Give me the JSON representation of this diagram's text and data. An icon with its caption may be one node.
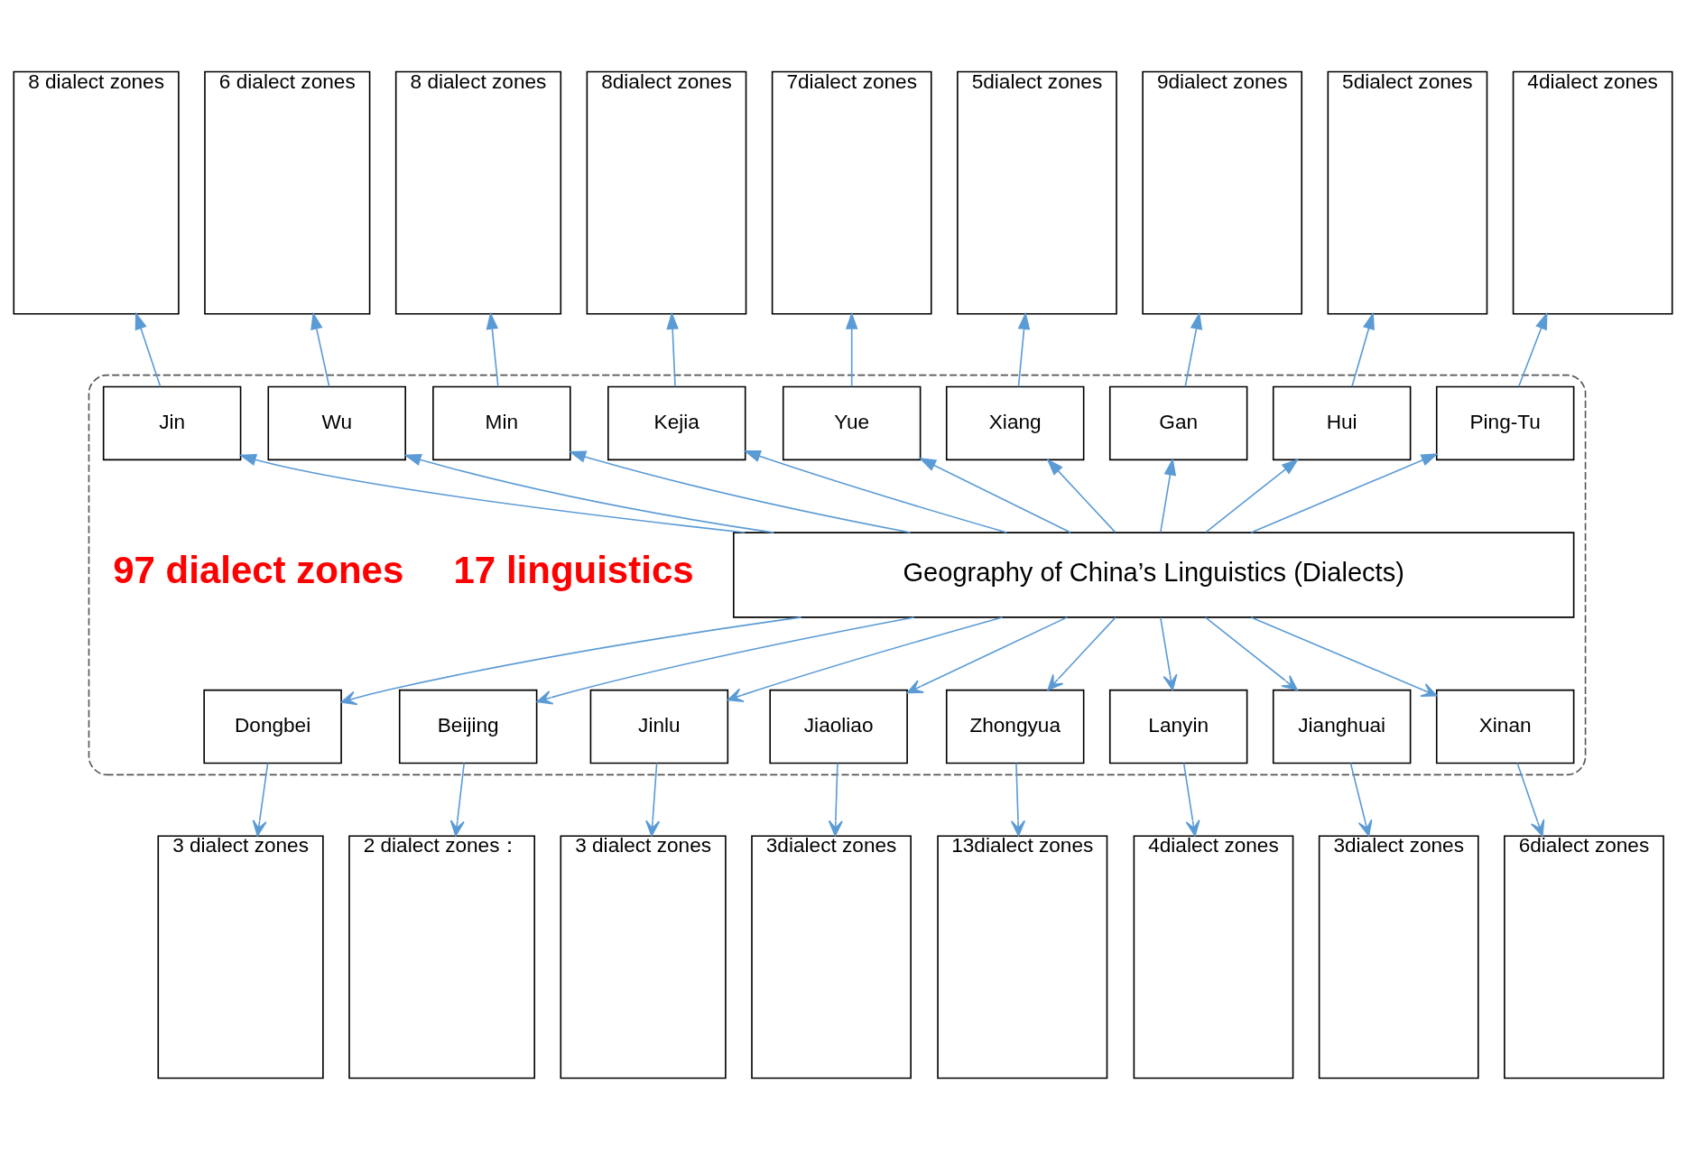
{
  "diagram": {
    "nodes": [
      {
        "text": [
          "8 dialect zones"
        ]
      },
      {
        "text": [
          "6 dialect zones"
        ]
      },
      {
        "text": [
          "8 dialect zones"
        ]
      },
      {
        "text": [
          "8dialect zones"
        ]
      },
      {
        "text": [
          "7dialect zones"
        ]
      },
      {
        "text": [
          "5dialect zones"
        ]
      },
      {
        "text": [
          "9dialect zones"
        ]
      },
      {
        "text": [
          "5dialect zones"
        ]
      },
      {
        "text": [
          "4dialect zones"
        ]
      },
      {
        "text": [],
        "shape": "box"
      },
      {
        "text": [
          "Jin"
        ],
        "in": 9
      },
      {
        "text": [
          "Wu"
        ],
        "in": 9
      },
      {
        "text": [
          "Min"
        ],
        "in": 9
      },
      {
        "text": [
          "Kejia"
        ],
        "in": 9
      },
      {
        "text": [
          "Yue"
        ],
        "in": 9
      },
      {
        "text": [
          "Xiang"
        ],
        "in": 9
      },
      {
        "text": [
          "Gan"
        ],
        "in": 9
      },
      {
        "text": [
          "Hui"
        ],
        "in": 9
      },
      {
        "text": [
          "Ping-Tu"
        ],
        "in": 9
      },
      {
        "text": [
          "Geography of China’s Linguistics (Dialects)"
        ],
        "in": 9
      },
      {
        "text": [
          "Dongbei"
        ],
        "in": 9
      },
      {
        "text": [
          "Beijing"
        ],
        "in": 9
      },
      {
        "text": [
          "Jinlu"
        ],
        "in": 9
      },
      {
        "text": [
          "Jiaoliao"
        ],
        "in": 9
      },
      {
        "text": [
          "Zhongyua"
        ],
        "in": 9
      },
      {
        "text": [
          "Lanyin"
        ],
        "in": 9
      },
      {
        "text": [
          "Jianghuai"
        ],
        "in": 9
      },
      {
        "text": [
          "Xinan"
        ],
        "in": 9
      },
      {
        "text": [
          "3 dialect zones"
        ]
      },
      {
        "text": [
          "2 dialect zones："
        ]
      },
      {
        "text": [
          "3 dialect zones"
        ]
      },
      {
        "text": [
          "3dialect zones"
        ]
      },
      {
        "text": [
          "13dialect zones"
        ]
      },
      {
        "text": [
          "4dialect zones"
        ]
      },
      {
        "text": [
          "3dialect zones"
        ]
      },
      {
        "text": [
          "6dialect zones"
        ]
      }
    ],
    "edges": [
      {
        "from": 19,
        "to": 10,
        "arrow": "to"
      },
      {
        "from": 19,
        "to": 11,
        "arrow": "to"
      },
      {
        "from": 19,
        "to": 12,
        "arrow": "to"
      },
      {
        "from": 19,
        "to": 13,
        "arrow": "to"
      },
      {
        "from": 19,
        "to": 14,
        "arrow": "to"
      },
      {
        "from": 19,
        "to": 15,
        "arrow": "to"
      },
      {
        "from": 19,
        "to": 16,
        "arrow": "to"
      },
      {
        "from": 19,
        "to": 17,
        "arrow": "to"
      },
      {
        "from": 19,
        "to": 18,
        "arrow": "to"
      },
      {
        "from": 10,
        "to": 0,
        "arrow": "to"
      },
      {
        "from": 11,
        "to": 1,
        "arrow": "to"
      },
      {
        "from": 12,
        "to": 2,
        "arrow": "to"
      },
      {
        "from": 13,
        "to": 3,
        "arrow": "to"
      },
      {
        "from": 14,
        "to": 4,
        "arrow": "to"
      },
      {
        "from": 15,
        "to": 5,
        "arrow": "to"
      },
      {
        "from": 16,
        "to": 6,
        "arrow": "to"
      },
      {
        "from": 17,
        "to": 7,
        "arrow": "to"
      },
      {
        "from": 18,
        "to": 8,
        "arrow": "to"
      },
      {
        "from": 19,
        "to": 20,
        "arrow": "to"
      },
      {
        "from": 19,
        "to": 21,
        "arrow": "to"
      },
      {
        "from": 19,
        "to": 22,
        "arrow": "to"
      },
      {
        "from": 19,
        "to": 23,
        "arrow": "to"
      },
      {
        "from": 19,
        "to": 24,
        "arrow": "to"
      },
      {
        "from": 19,
        "to": 25,
        "arrow": "to"
      },
      {
        "from": 19,
        "to": 26,
        "arrow": "to"
      },
      {
        "from": 19,
        "to": 27,
        "arrow": "to"
      },
      {
        "from": 20,
        "to": 28,
        "arrow": "to"
      },
      {
        "from": 21,
        "to": 29,
        "arrow": "to"
      },
      {
        "from": 22,
        "to": 30,
        "arrow": "to"
      },
      {
        "from": 23,
        "to": 31,
        "arrow": "to"
      },
      {
        "from": 24,
        "to": 32,
        "arrow": "to"
      },
      {
        "from": 25,
        "to": 33,
        "arrow": "to"
      },
      {
        "from": 26,
        "to": 34,
        "arrow": "to"
      },
      {
        "from": 27,
        "to": 35,
        "arrow": "to"
      }
    ],
    "labels": [
      "17 linguistics",
      "97 dialect zones"
    ]
  }
}
